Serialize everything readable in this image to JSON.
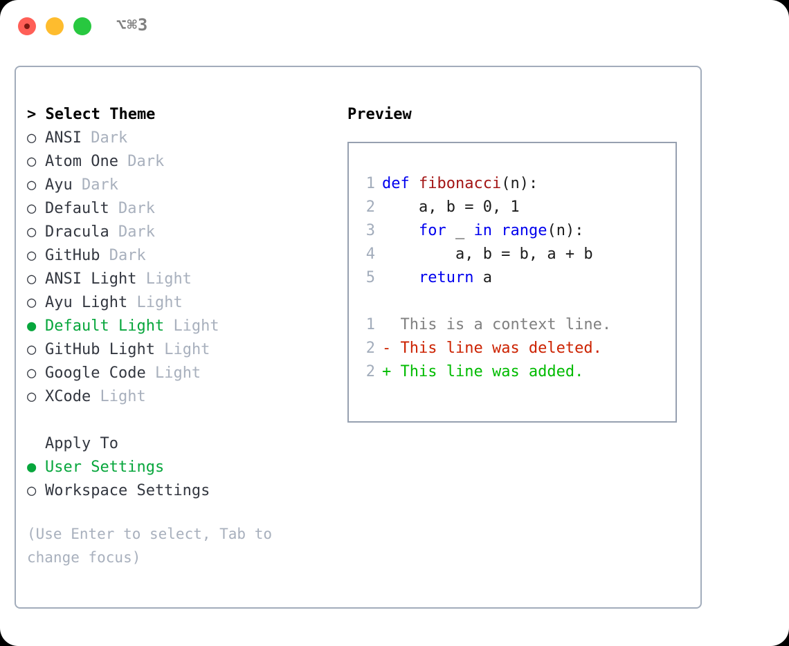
{
  "window": {
    "shortcut_label": "⌥⌘3",
    "traffic_lights": [
      "close",
      "minimize",
      "maximize"
    ]
  },
  "theme_list": {
    "header": "> Select Theme",
    "items": [
      {
        "bullet": "○",
        "name": "ANSI",
        "variant": "Dark",
        "selected": false
      },
      {
        "bullet": "○",
        "name": "Atom One",
        "variant": "Dark",
        "selected": false
      },
      {
        "bullet": "○",
        "name": "Ayu",
        "variant": "Dark",
        "selected": false
      },
      {
        "bullet": "○",
        "name": "Default",
        "variant": "Dark",
        "selected": false
      },
      {
        "bullet": "○",
        "name": "Dracula",
        "variant": "Dark",
        "selected": false
      },
      {
        "bullet": "○",
        "name": "GitHub",
        "variant": "Dark",
        "selected": false
      },
      {
        "bullet": "○",
        "name": "ANSI Light",
        "variant": "Light",
        "selected": false
      },
      {
        "bullet": "○",
        "name": "Ayu Light",
        "variant": "Light",
        "selected": false
      },
      {
        "bullet": "●",
        "name": "Default Light",
        "variant": "Light",
        "selected": true
      },
      {
        "bullet": "○",
        "name": "GitHub Light",
        "variant": "Light",
        "selected": false
      },
      {
        "bullet": "○",
        "name": "Google Code",
        "variant": "Light",
        "selected": false
      },
      {
        "bullet": "○",
        "name": "XCode",
        "variant": "Light",
        "selected": false
      }
    ]
  },
  "apply_to": {
    "header": "Apply To",
    "items": [
      {
        "bullet": "●",
        "name": "User Settings",
        "selected": true
      },
      {
        "bullet": "○",
        "name": "Workspace Settings",
        "selected": false
      }
    ]
  },
  "hint": "(Use Enter to select, Tab to change focus)",
  "preview": {
    "title": "Preview",
    "code_lines": [
      {
        "lno": "1",
        "tokens": [
          {
            "t": "def ",
            "c": "kw"
          },
          {
            "t": "fibonacci",
            "c": "fn"
          },
          {
            "t": "(n):",
            "c": "plain"
          }
        ]
      },
      {
        "lno": "2",
        "tokens": [
          {
            "t": "    a, b = 0, 1",
            "c": "plain"
          }
        ]
      },
      {
        "lno": "3",
        "tokens": [
          {
            "t": "    ",
            "c": "plain"
          },
          {
            "t": "for",
            "c": "kw"
          },
          {
            "t": " _ ",
            "c": "plain"
          },
          {
            "t": "in",
            "c": "kw"
          },
          {
            "t": " ",
            "c": "plain"
          },
          {
            "t": "range",
            "c": "kw"
          },
          {
            "t": "(n):",
            "c": "plain"
          }
        ]
      },
      {
        "lno": "4",
        "tokens": [
          {
            "t": "        a, b = b, a + b",
            "c": "plain"
          }
        ]
      },
      {
        "lno": "5",
        "tokens": [
          {
            "t": "    ",
            "c": "plain"
          },
          {
            "t": "return",
            "c": "kw"
          },
          {
            "t": " a",
            "c": "plain"
          }
        ]
      }
    ],
    "diff_lines": [
      {
        "lno": "1",
        "marker": "  ",
        "text": "This is a context line.",
        "c": "ctx"
      },
      {
        "lno": "2",
        "marker": "- ",
        "text": "This line was deleted.",
        "c": "del"
      },
      {
        "lno": "2",
        "marker": "+ ",
        "text": "This line was added.",
        "c": "add"
      }
    ]
  },
  "colors": {
    "selected_green": "#07a63c",
    "dim_gray": "#a8b0bd",
    "border": "#a2acbb",
    "keyword_blue": "#0000ee",
    "function_red": "#a31515",
    "diff_delete": "#cc2200",
    "diff_add": "#00bb00"
  }
}
